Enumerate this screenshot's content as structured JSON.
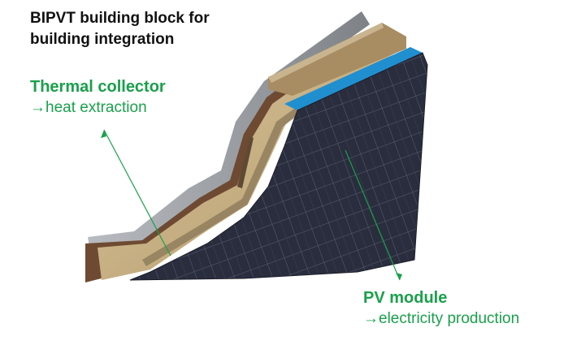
{
  "title": {
    "line1": "BIPVT building block for",
    "line2": "building integration"
  },
  "labels": {
    "thermal": {
      "heading": "Thermal collector",
      "detail": "→heat extraction"
    },
    "pv": {
      "heading": "PV module",
      "detail": "→electricity production"
    }
  },
  "colors": {
    "label_green": "#1aa04b",
    "pv_cell": "#2a2d3d",
    "insulation": "#c9b48a",
    "frame_gray": "#9a9ea3",
    "wood_brown": "#6e4a32",
    "film_blue": "#1f8fd0"
  }
}
